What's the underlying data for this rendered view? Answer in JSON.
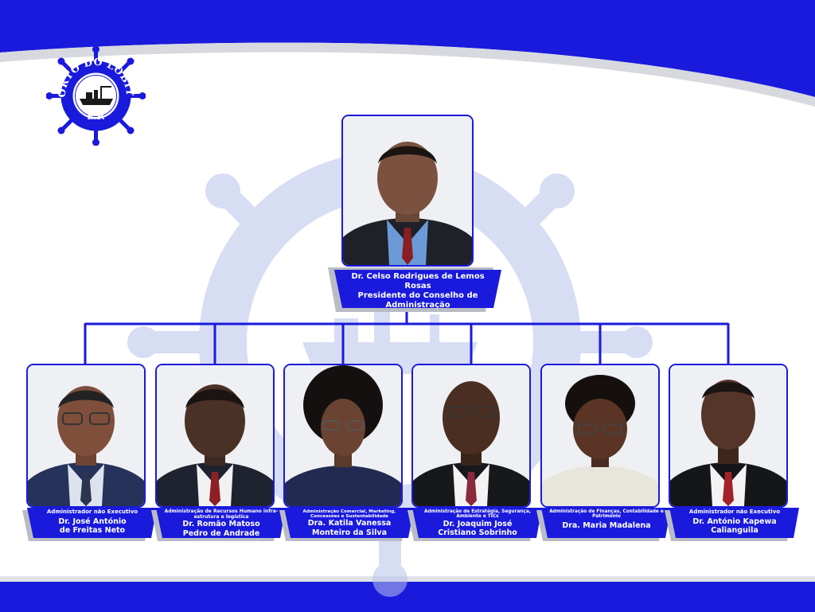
{
  "logo": {
    "text": "PORTO DO LOBITO",
    "suffix": "E.P.",
    "icon": "ship-wheel-icon"
  },
  "president": {
    "name": "Dr. Celso Rodrigues de Lemos Rosas",
    "role_line1": "Presidente do Conselho de",
    "role_line2": "Administração"
  },
  "members": [
    {
      "role": "Administrador não Executivo",
      "name_line1": "Dr. José António",
      "name_line2": "de Freitas Neto"
    },
    {
      "role": "Administração de Recursos Humano infra-estrutura e logística",
      "name_line1": "Dr. Romão Matoso",
      "name_line2": "Pedro de Andrade"
    },
    {
      "role": "Administração Comercial, Marketing, Concessões e Sustentabilidade",
      "name_line1": "Dra. Katila Vanessa",
      "name_line2": "Monteiro da Silva"
    },
    {
      "role": "Administração de Estratégia, Segurança, Ambiente e TICs",
      "name_line1": "Dr. Joaquim José",
      "name_line2": "Cristiano Sobrinho"
    },
    {
      "role": "Administração de Finanças, Contabilidade e Património",
      "name_line1": "Dra. Maria Madalena",
      "name_line2": ""
    },
    {
      "role": "Administrador não Executivo",
      "name_line1": "Dr. António Kapewa",
      "name_line2": "Calianguila"
    }
  ],
  "colors": {
    "brand_blue": "#1a1adc",
    "watermark": "#c9d0ec",
    "shadow": "#b9bcc4"
  }
}
